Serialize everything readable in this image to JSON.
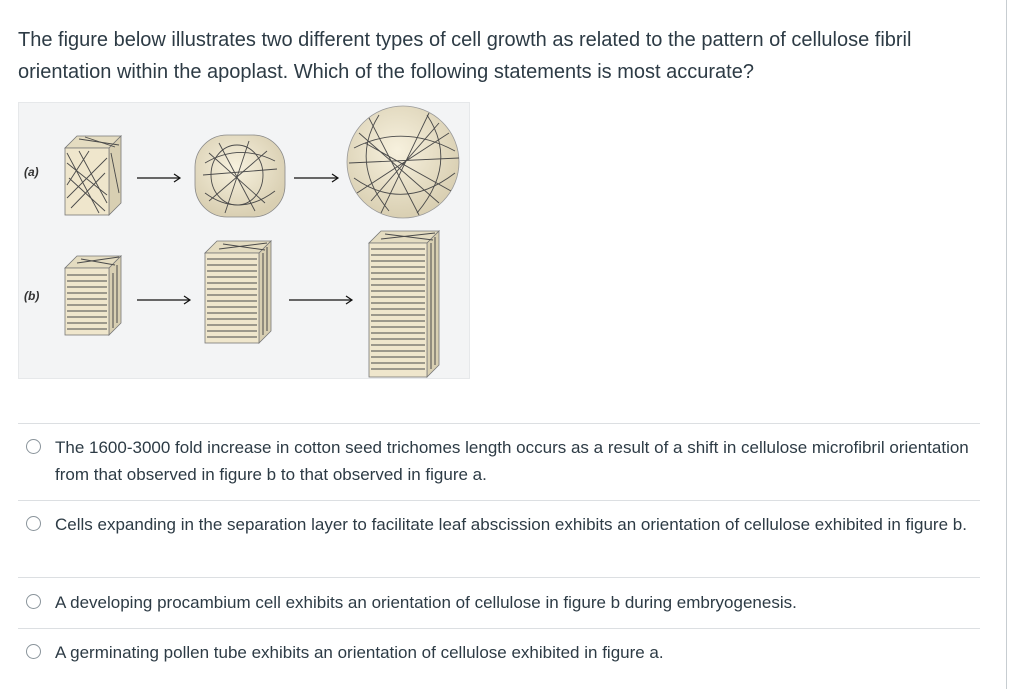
{
  "question": {
    "text": "The figure below illustrates two different types of cell growth as related to the pattern of cellulose fibril orientation within the apoplast. Which of the following statements is most accurate?"
  },
  "figure": {
    "label_a": "(a)",
    "label_b": "(b)"
  },
  "answers": [
    {
      "text": "The 1600-3000 fold increase in cotton seed trichomes length occurs as a result of a shift in cellulose microfibril orientation from that observed in figure b to that observed in figure a.",
      "selected": false
    },
    {
      "text": "Cells expanding in the separation layer to facilitate leaf abscission exhibits an orientation of cellulose exhibited in figure b.",
      "selected": false
    },
    {
      "text": "A developing procambium cell exhibits an orientation of cellulose in figure b during embryogenesis.",
      "selected": false
    },
    {
      "text": "A germinating pollen tube exhibits an orientation of cellulose exhibited in figure a.",
      "selected": false
    }
  ],
  "colors": {
    "text": "#2d3b45",
    "divider": "#dcdfe2",
    "figure_bg": "#f3f4f5",
    "cell_face": "#efe6cc",
    "fibril": "#4a4a4a"
  }
}
